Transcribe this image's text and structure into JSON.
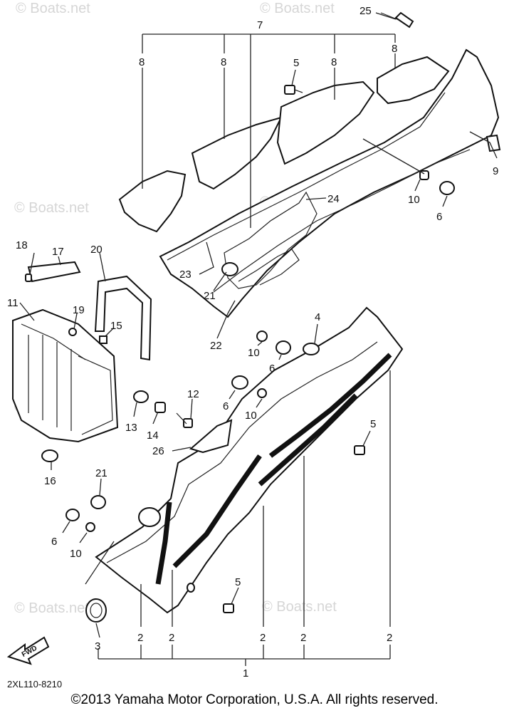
{
  "diagram_code": "2XL110-8210",
  "copyright": "©2013 Yamaha Motor Corporation, U.S.A. All rights reserved.",
  "watermark": "© Boats.net",
  "fwd_label": "FWD",
  "callouts": {
    "c25": "25",
    "c7": "7",
    "c8a": "8",
    "c8b": "8",
    "c8c": "8",
    "c8d": "8",
    "c5a": "5",
    "c9": "9",
    "c10a": "10",
    "c6a": "6",
    "c24": "24",
    "c18": "18",
    "c17": "17",
    "c20": "20",
    "c11": "11",
    "c19": "19",
    "c15": "15",
    "c23": "23",
    "c21a": "21",
    "c22": "22",
    "c10b": "10",
    "c6b": "6",
    "c4": "4",
    "c12": "12",
    "c6c": "6",
    "c10c": "10",
    "c5b": "5",
    "c13": "13",
    "c14": "14",
    "c26": "26",
    "c16": "16",
    "c21b": "21",
    "c6d": "6",
    "c10d": "10",
    "c5c": "5",
    "c3": "3",
    "c2a": "2",
    "c2b": "2",
    "c2c": "2",
    "c2d": "2",
    "c2e": "2",
    "c1": "1"
  }
}
